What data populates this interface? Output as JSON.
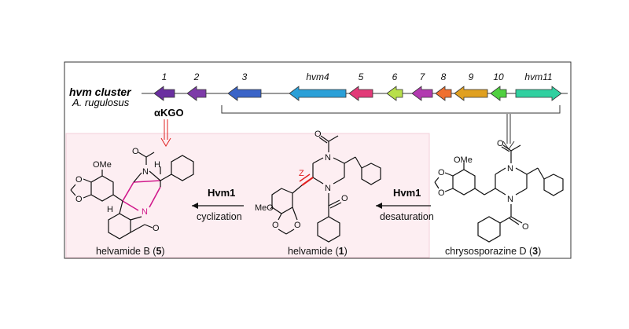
{
  "cluster": {
    "title": "hvm cluster",
    "organism": "A. rugulosus",
    "cofactor": "αKGO",
    "genes": [
      {
        "label": "1",
        "color": "#6a2fa0",
        "dir": "left"
      },
      {
        "label": "2",
        "color": "#7d3aa8",
        "dir": "left"
      },
      {
        "label": "3",
        "color": "#3a64c8",
        "dir": "left"
      },
      {
        "label": "hvm4",
        "color": "#2aa0d8",
        "dir": "left"
      },
      {
        "label": "5",
        "color": "#e23a78",
        "dir": "left"
      },
      {
        "label": "6",
        "color": "#b8e04a",
        "dir": "left"
      },
      {
        "label": "7",
        "color": "#b23ab0",
        "dir": "left"
      },
      {
        "label": "8",
        "color": "#f07030",
        "dir": "left"
      },
      {
        "label": "9",
        "color": "#e0a020",
        "dir": "left"
      },
      {
        "label": "10",
        "color": "#50d040",
        "dir": "left"
      },
      {
        "label": "hvm11",
        "color": "#30d0a0",
        "dir": "right"
      }
    ]
  },
  "reactions": {
    "step1": {
      "enzyme": "Hvm1",
      "process": "desaturation"
    },
    "step2": {
      "enzyme": "Hvm1",
      "process": "cyclization"
    }
  },
  "compounds": {
    "c3": {
      "name": "chrysosporazine D (",
      "num": "3",
      "close": ")"
    },
    "c1": {
      "name": "helvamide (",
      "num": "1",
      "close": ")"
    },
    "c5": {
      "name": "helvamide B (",
      "num": "5",
      "close": ")"
    }
  },
  "atoms": {
    "ome": "OMe",
    "meo": "MeO",
    "n": "N",
    "o": "O",
    "h": "H",
    "z": "Z"
  },
  "colors": {
    "highlight_pink": "#d11a8c",
    "panel_bg": "#fdeef2",
    "z_red": "#e02020"
  }
}
